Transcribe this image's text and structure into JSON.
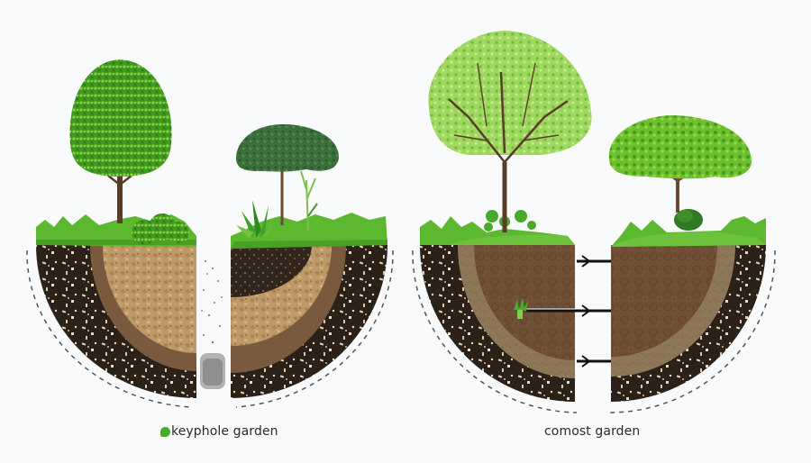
{
  "diagram": {
    "panels": [
      {
        "id": "keyhole",
        "caption": "keyphole garden",
        "caption_icon": "leaf-icon",
        "halves": [
          {
            "side": "left",
            "layers": [
              "grass",
              "dark speckled soil",
              "brown soil ring",
              "tan gravel core"
            ],
            "plants": [
              "round leafy tree",
              "shrub"
            ]
          },
          {
            "side": "right",
            "layers": [
              "grass",
              "dark compost top",
              "tan gravel band",
              "brown soil ring",
              "dark speckled soil"
            ],
            "plants": [
              "dark green tree",
              "agave plant",
              "reed stalk"
            ]
          }
        ],
        "center": "falling gravel particles"
      },
      {
        "id": "compost",
        "caption": "comost garden",
        "halves": [
          {
            "side": "left",
            "layers": [
              "grass",
              "dark speckled soil",
              "light brown ring",
              "brown soil core"
            ],
            "plants": [
              "light green branching tree",
              "ground clover"
            ],
            "marker": "seedling"
          },
          {
            "side": "right",
            "layers": [
              "grass",
              "brown soil core",
              "light brown ring",
              "dark speckled soil"
            ],
            "plants": [
              "spreading green tree",
              "dark shrub"
            ]
          }
        ],
        "connectors": [
          {
            "label": "arrow-top"
          },
          {
            "label": "arrow-middle"
          },
          {
            "label": "arrow-bottom"
          }
        ]
      }
    ],
    "colors": {
      "background": "#f9fafc",
      "grass": "#5cb82e",
      "grass_dark": "#3e8f22",
      "dark_soil": "#2b2119",
      "speckle": "#e8dcc0",
      "tan_gravel": "#b89464",
      "brown_ring": "#7a5a3e",
      "compost_core": "#6e4e34",
      "compost_ring": "#8e7658",
      "arrow": "#111111",
      "dash": "#555555",
      "trunk": "#5a3d28"
    }
  }
}
